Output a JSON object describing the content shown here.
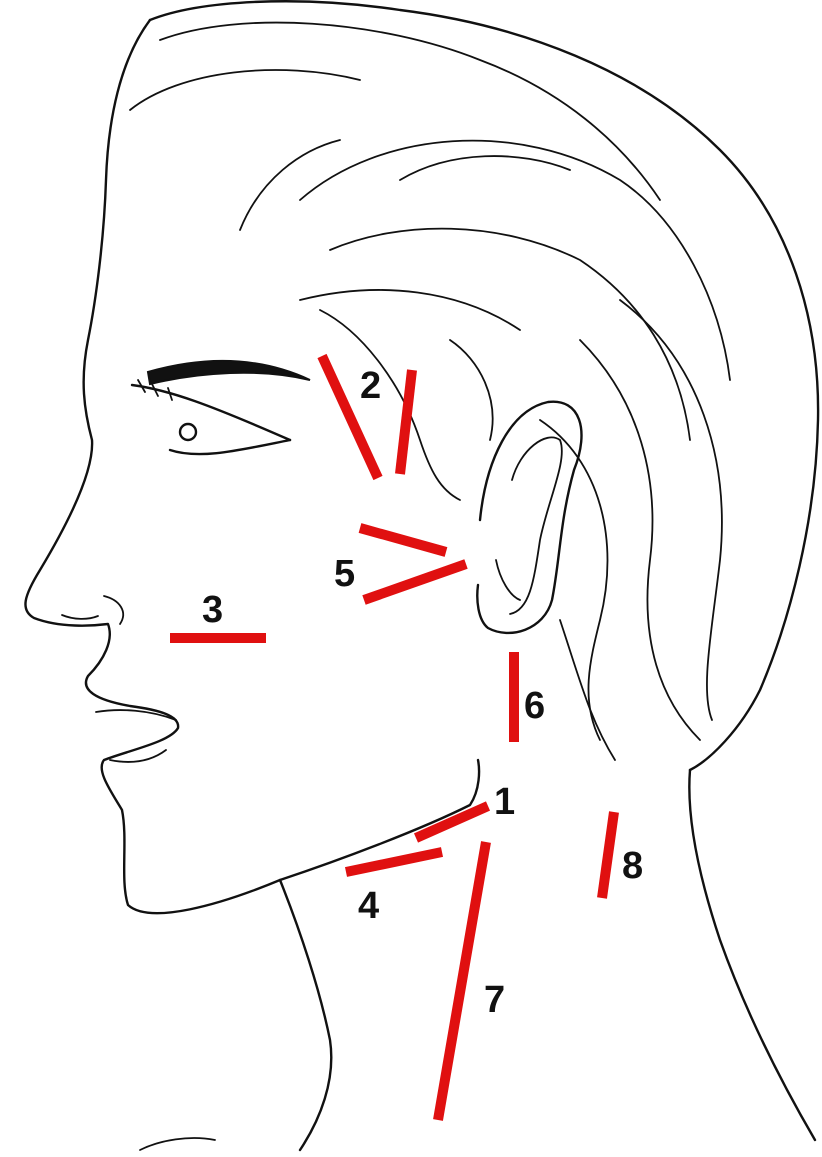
{
  "figure": {
    "incision_color": "#e01010",
    "outline_color": "#111111",
    "background_color": "#ffffff"
  },
  "labels": {
    "site_1": "1",
    "site_2": "2",
    "site_3": "3",
    "site_4": "4",
    "site_5": "5",
    "site_6": "6",
    "site_7": "7",
    "site_8": "8"
  }
}
